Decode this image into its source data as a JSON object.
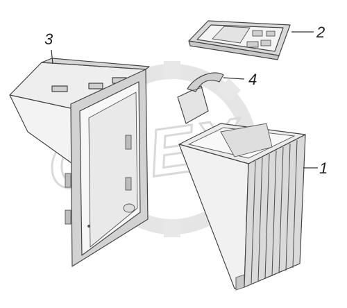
{
  "watermark": {
    "text": "OPEX"
  },
  "callouts": [
    {
      "id": "1",
      "label": "1"
    },
    {
      "id": "2",
      "label": "2"
    },
    {
      "id": "3",
      "label": "3"
    },
    {
      "id": "4",
      "label": "4"
    }
  ],
  "colors": {
    "line": "#444444",
    "fill_light": "#f2f2f2",
    "fill_mid": "#dcdcdc",
    "fill_dark": "#b5b5b5",
    "watermark": "#e6e6e6"
  }
}
